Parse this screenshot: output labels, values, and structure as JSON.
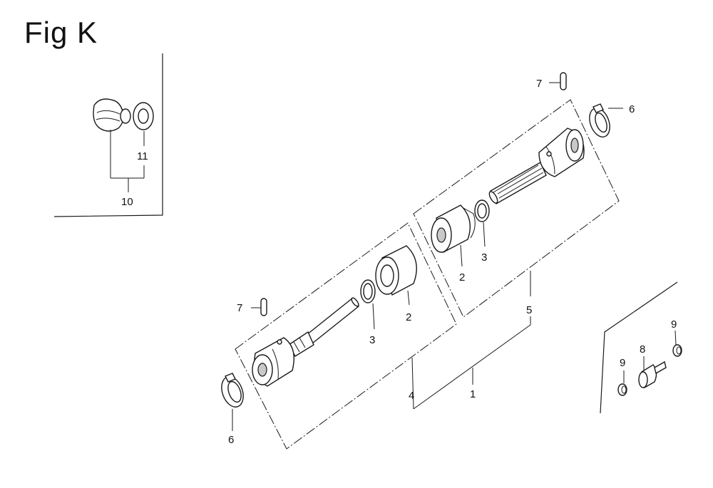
{
  "figure": {
    "title": "Fig K"
  },
  "callouts": {
    "c1": "1",
    "c2a": "2",
    "c2b": "2",
    "c3a": "3",
    "c3b": "3",
    "c4": "4",
    "c5": "5",
    "c6a": "6",
    "c6b": "6",
    "c7a": "7",
    "c7b": "7",
    "c8": "8",
    "c9a": "9",
    "c9b": "9",
    "c10": "10",
    "c11": "11"
  },
  "colors": {
    "line": "#1a1a1a",
    "background": "#ffffff",
    "shade": "#c9c9c9"
  }
}
